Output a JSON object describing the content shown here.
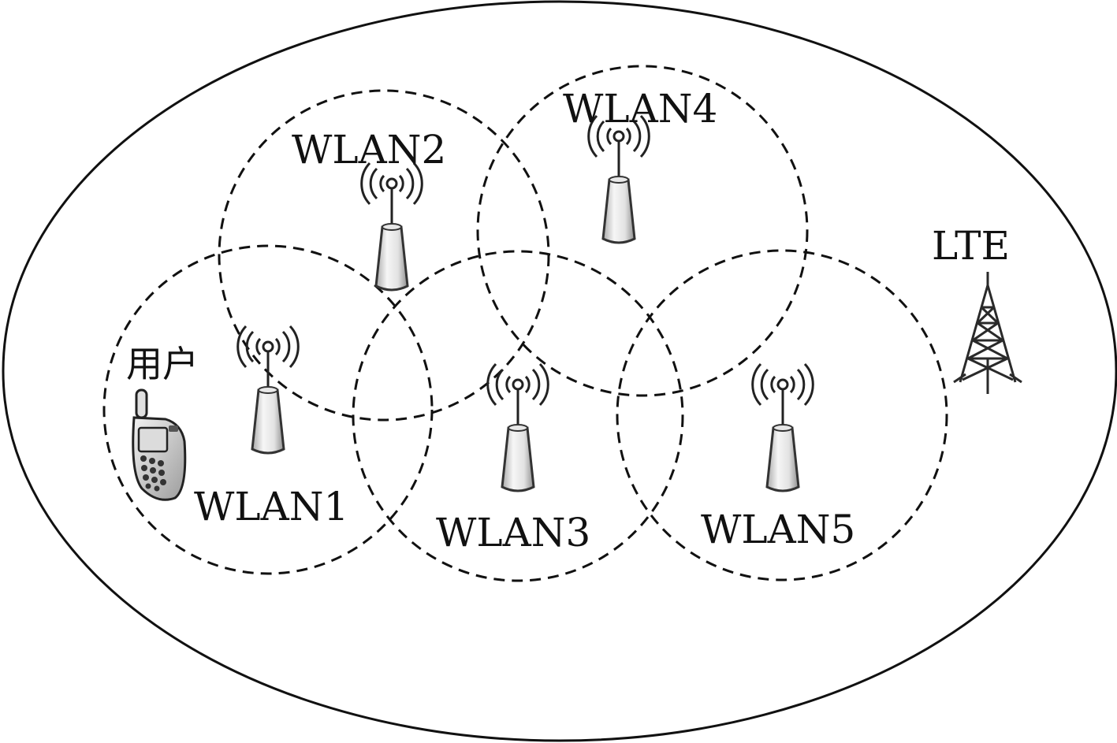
{
  "diagram": {
    "lte_label": "LTE",
    "user_label": "用户",
    "wlans": [
      {
        "label": "WLAN1"
      },
      {
        "label": "WLAN2"
      },
      {
        "label": "WLAN3"
      },
      {
        "label": "WLAN4"
      },
      {
        "label": "WLAN5"
      }
    ]
  },
  "colors": {
    "stroke": "#111111",
    "background": "#ffffff",
    "ap_body_light": "#f4f4f4",
    "ap_body_dark": "#9a9a9a"
  },
  "icons": {
    "access_point": "wifi-access-point-icon",
    "tower": "lte-tower-icon",
    "phone": "mobile-phone-icon"
  }
}
